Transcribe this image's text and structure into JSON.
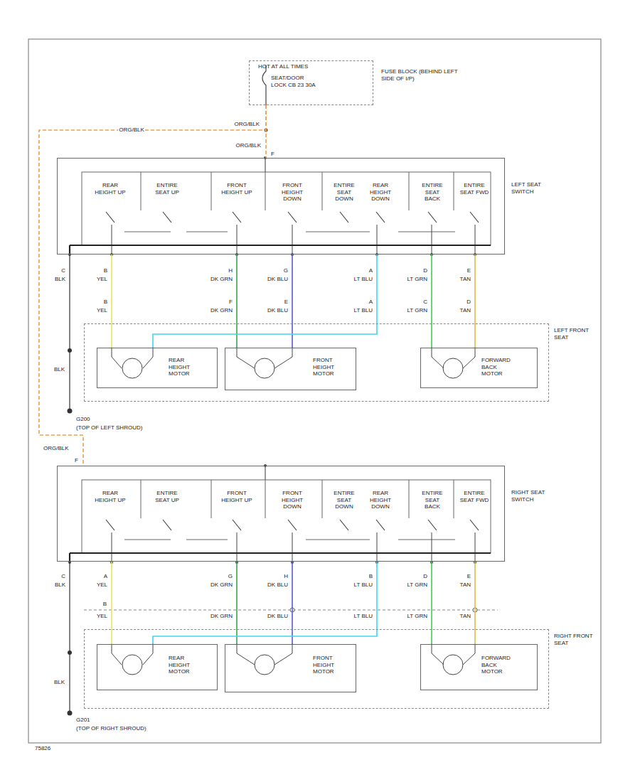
{
  "diagram": {
    "nodes": [
      {
        "text": [
          "HOT AT ALL TIMES",
          "SEAT/DOOR LOCK CB 23 30A",
          "FUSE BLOCK (BEHIND LEFT SIDE OF I/P)"
        ]
      },
      {
        "text": [
          "LEFT SEAT SWITCH"
        ]
      },
      {
        "text": [
          "LEFT FRONT SEAT"
        ]
      },
      {
        "text": [
          "REAR HEIGHT MOTOR"
        ],
        "in": 2
      },
      {
        "text": [
          "FRONT HEIGHT MOTOR"
        ],
        "in": 2
      },
      {
        "text": [
          "FORWARD BACK MOTOR"
        ],
        "in": 2
      },
      {
        "text": [
          "RIGHT SEAT SWITCH"
        ]
      },
      {
        "text": [
          "RIGHT FRONT SEAT"
        ]
      },
      {
        "text": [
          "REAR HEIGHT MOTOR"
        ],
        "in": 7
      },
      {
        "text": [
          "FRONT HEIGHT MOTOR"
        ],
        "in": 7
      },
      {
        "text": [
          "FORWARD BACK MOTOR"
        ],
        "in": 7
      }
    ],
    "edges": [
      {
        "from": 0,
        "to": 1,
        "arrow": "none"
      },
      {
        "from": 0,
        "to": 6,
        "arrow": "none"
      },
      {
        "from": 1,
        "to": 3,
        "arrow": "none"
      },
      {
        "from": 1,
        "to": 4,
        "arrow": "none"
      },
      {
        "from": 1,
        "to": 4,
        "arrow": "none"
      },
      {
        "from": 1,
        "to": 3,
        "arrow": "none"
      },
      {
        "from": 1,
        "to": 5,
        "arrow": "none"
      },
      {
        "from": 1,
        "to": 5,
        "arrow": "none"
      },
      {
        "from": 6,
        "to": 8,
        "arrow": "none"
      },
      {
        "from": 6,
        "to": 9,
        "arrow": "none"
      },
      {
        "from": 6,
        "to": 9,
        "arrow": "none"
      },
      {
        "from": 6,
        "to": 8,
        "arrow": "none"
      },
      {
        "from": 6,
        "to": 10,
        "arrow": "none"
      },
      {
        "from": 6,
        "to": 10,
        "arrow": "none"
      }
    ],
    "labels": [
      "ORG/BLK",
      "ORG/BLK",
      "ORG/BLK",
      "F",
      "REAR HEIGHT UP",
      "ENTIRE SEAT UP",
      "FRONT HEIGHT UP",
      "FRONT HEIGHT DOWN",
      "ENTIRE SEAT DOWN",
      "REAR HEIGHT DOWN",
      "ENTIRE SEAT BACK",
      "ENTIRE SEAT FWD",
      "C",
      "BLK",
      "B",
      "YEL",
      "H",
      "DK GRN",
      "G",
      "DK BLU",
      "A",
      "LT BLU",
      "D",
      "LT GRN",
      "E",
      "TAN",
      "B",
      "YEL",
      "F",
      "DK GRN",
      "E",
      "DK BLU",
      "A",
      "LT BLU",
      "C",
      "LT GRN",
      "D",
      "TAN",
      "BLK",
      "G200",
      "(TOP OF LEFT SHROUD)",
      "ORG/BLK",
      "F",
      "REAR HEIGHT UP",
      "ENTIRE SEAT UP",
      "FRONT HEIGHT UP",
      "FRONT HEIGHT DOWN",
      "ENTIRE SEAT DOWN",
      "REAR HEIGHT DOWN",
      "ENTIRE SEAT BACK",
      "ENTIRE SEAT FWD",
      "C",
      "BLK",
      "A",
      "YEL",
      "G",
      "DK GRN",
      "H",
      "DK BLU",
      "B",
      "LT BLU",
      "D",
      "LT GRN",
      "E",
      "TAN",
      "B",
      "YEL",
      "DK GRN",
      "DK BLU",
      "LT BLU",
      "LT GRN",
      "TAN",
      "BLK",
      "G201",
      "(TOP OF RIGHT SHROUD)",
      "75826"
    ]
  }
}
